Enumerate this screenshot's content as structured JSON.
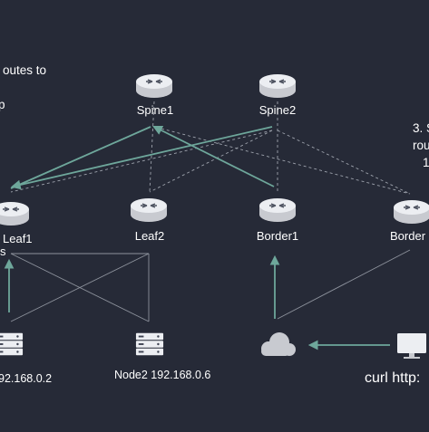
{
  "colors": {
    "background": "#262a37",
    "dashed_link": "#9ea3ad",
    "active_link": "#6ea79b",
    "router_body": "#c8cad0",
    "router_top": "#e9ebef",
    "text": "#ffffff"
  },
  "notes": {
    "left_line1": "outes to",
    "left_line2": "p",
    "right_line1": "3. S",
    "right_line2": "rou",
    "right_line3": "1"
  },
  "devices": {
    "spine1": "Spine1",
    "spine2": "Spine2",
    "leaf1": "Leaf1",
    "leaf1_extra": "s",
    "leaf2": "Leaf2",
    "border1": "Border1",
    "border2": "Border"
  },
  "nodes": {
    "node1": "92.168.0.2",
    "node2": "Node2 192.168.0.6"
  },
  "client": {
    "command": "curl http:"
  },
  "icons": {
    "router": "router-icon",
    "server": "server-icon",
    "cloud": "cloud-icon",
    "monitor": "monitor-icon"
  }
}
